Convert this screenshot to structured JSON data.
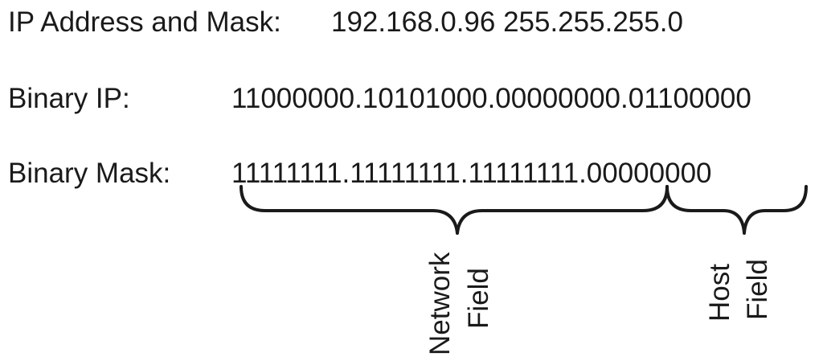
{
  "rows": {
    "ip": {
      "label": "IP Address and Mask:",
      "value": "192.168.0.96 255.255.255.0"
    },
    "binary_ip": {
      "label": "Binary IP:",
      "value": "11000000.10101000.00000000.01100000"
    },
    "binary_mask": {
      "label": "Binary Mask:",
      "value": "11111111.11111111.11111111.00000000"
    }
  },
  "fields": {
    "network": {
      "line1": "Network",
      "line2": "Field"
    },
    "host": {
      "line1": "Host",
      "line2": "Field"
    }
  },
  "colors": {
    "text": "#1a1a1a",
    "background": "#ffffff"
  }
}
